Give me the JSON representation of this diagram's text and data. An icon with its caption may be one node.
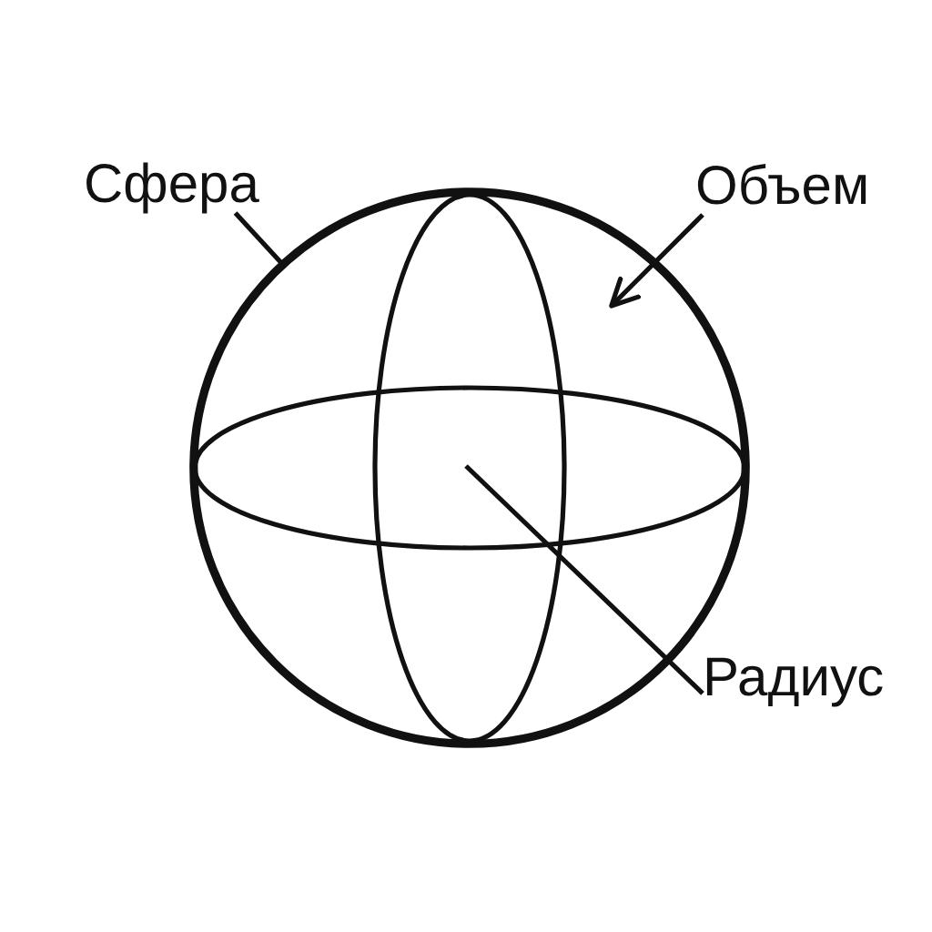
{
  "diagram": {
    "nodes": [
      {
        "text": [
          "Сфера"
        ]
      },
      {
        "text": [],
        "shape": "circle"
      },
      {
        "text": [
          "Объем"
        ]
      },
      {
        "text": [
          "Радиус"
        ]
      }
    ],
    "edges": [
      {
        "from": 0,
        "to": 1,
        "arrow": "none"
      },
      {
        "from": 2,
        "to": 1,
        "arrow": "to"
      },
      {
        "from": 3,
        "to": 1,
        "arrow": "none"
      }
    ]
  }
}
